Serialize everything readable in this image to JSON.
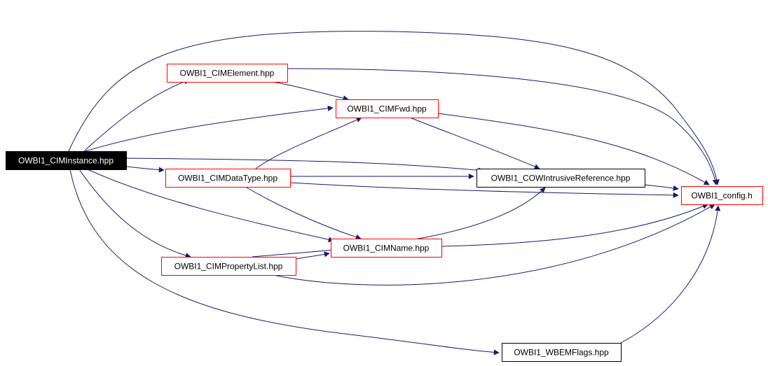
{
  "diagram": {
    "colors": {
      "edge": "#191970",
      "red_border": "#ff0000",
      "black_border": "#000000",
      "root_fill": "#000000",
      "root_text": "#ffffff"
    },
    "nodes": [
      {
        "id": "cim_instance",
        "label": "OWBI1_CIMInstance.hpp",
        "style": "root"
      },
      {
        "id": "cim_element",
        "label": "OWBI1_CIMElement.hpp",
        "style": "red"
      },
      {
        "id": "cim_fwd",
        "label": "OWBI1_CIMFwd.hpp",
        "style": "red"
      },
      {
        "id": "cim_datatype",
        "label": "OWBI1_CIMDataType.hpp",
        "style": "red"
      },
      {
        "id": "cow_intrusive",
        "label": "OWBI1_COWIntrusiveReference.hpp",
        "style": "black"
      },
      {
        "id": "config_h",
        "label": "OWBI1_config.h",
        "style": "red"
      },
      {
        "id": "cim_name",
        "label": "OWBI1_CIMName.hpp",
        "style": "red"
      },
      {
        "id": "cim_propertylist",
        "label": "OWBI1_CIMPropertyList.hpp",
        "style": "red"
      },
      {
        "id": "wbem_flags",
        "label": "OWBI1_WBEMFlags.hpp",
        "style": "black"
      }
    ],
    "edges": [
      {
        "from": "cim_instance",
        "to": "config_h"
      },
      {
        "from": "cim_instance",
        "to": "cim_element"
      },
      {
        "from": "cim_instance",
        "to": "cim_fwd"
      },
      {
        "from": "cim_instance",
        "to": "cow_intrusive"
      },
      {
        "from": "cim_instance",
        "to": "cim_datatype"
      },
      {
        "from": "cim_instance",
        "to": "cim_name"
      },
      {
        "from": "cim_instance",
        "to": "cim_propertylist"
      },
      {
        "from": "cim_instance",
        "to": "wbem_flags"
      },
      {
        "from": "cim_element",
        "to": "cim_fwd"
      },
      {
        "from": "cim_element",
        "to": "config_h"
      },
      {
        "from": "cim_fwd",
        "to": "cow_intrusive"
      },
      {
        "from": "cim_fwd",
        "to": "config_h"
      },
      {
        "from": "cim_datatype",
        "to": "cim_fwd"
      },
      {
        "from": "cim_datatype",
        "to": "cow_intrusive"
      },
      {
        "from": "cim_datatype",
        "to": "config_h"
      },
      {
        "from": "cim_datatype",
        "to": "cim_name"
      },
      {
        "from": "cow_intrusive",
        "to": "config_h"
      },
      {
        "from": "cim_name",
        "to": "config_h"
      },
      {
        "from": "cim_propertylist",
        "to": "cim_name"
      },
      {
        "from": "cim_propertylist",
        "to": "cow_intrusive"
      },
      {
        "from": "cim_propertylist",
        "to": "config_h"
      },
      {
        "from": "wbem_flags",
        "to": "config_h"
      }
    ]
  }
}
